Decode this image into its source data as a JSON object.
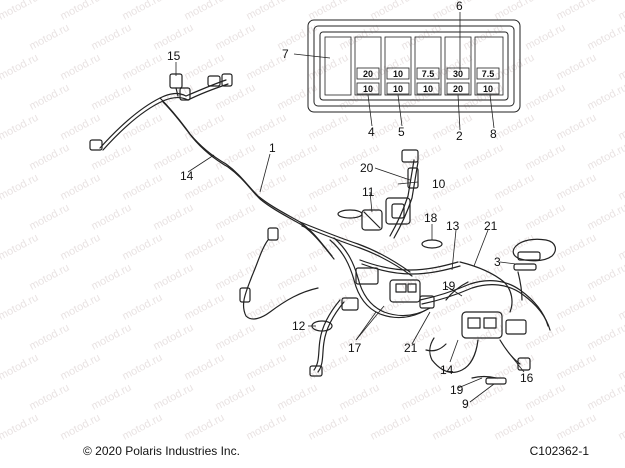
{
  "diagram": {
    "copyright": "© 2020 Polaris Industries Inc.",
    "drawing_id": "C102362-1",
    "watermark": "motod.ru",
    "fuse_values_top": [
      "20",
      "10",
      "7.5",
      "30",
      "7.5"
    ],
    "fuse_values_bottom": [
      "10",
      "10",
      "10",
      "20",
      "10"
    ],
    "callouts": {
      "n1": "1",
      "n2": "2",
      "n3": "3",
      "n4": "4",
      "n5": "5",
      "n6": "6",
      "n7": "7",
      "n8": "8",
      "n9": "9",
      "n10": "10",
      "n11": "11",
      "n12": "12",
      "n13": "13",
      "n14a": "14",
      "n14b": "14",
      "n15": "15",
      "n16": "16",
      "n17": "17",
      "n18": "18",
      "n19a": "19",
      "n19b": "19",
      "n20": "20",
      "n21a": "21",
      "n21b": "21"
    }
  }
}
